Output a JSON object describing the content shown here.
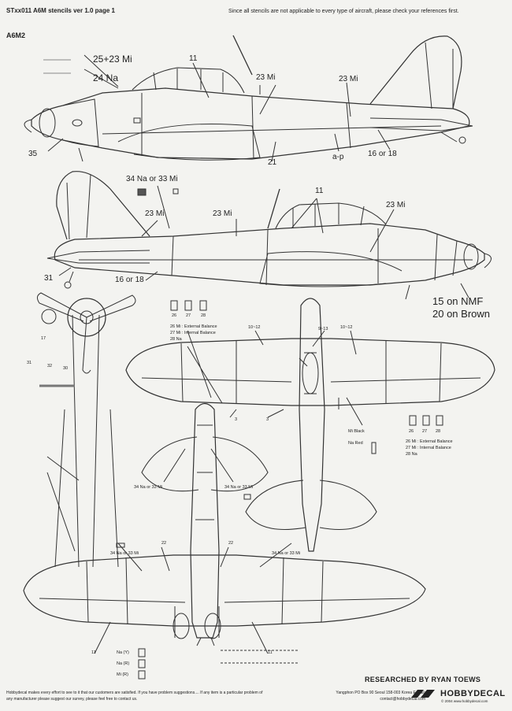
{
  "header": {
    "title": "STxx011 A6M stencils ver 1.0 page 1",
    "note": "Since all stencils are not applicable to every type of aircraft, please check your references first."
  },
  "model": "A6M2",
  "labels": {
    "mitsubishi_stencil": "25+23 Mi",
    "nakajima_stencil": "24 Na",
    "l11_top": "11",
    "l23mi_a": "23 Mi",
    "l23mi_b": "23 Mi",
    "l35": "35",
    "l21": "21",
    "lap": "a-p",
    "l16or18_a": "16 or 18",
    "l34na_top": "34 Na or 33 Mi",
    "l11_mid": "11",
    "l23mi_c": "23 Mi",
    "l23mi_d": "23 Mi",
    "l23mi_e": "23 Mi",
    "l31": "31",
    "l16or18_b": "16 or 18",
    "l15": "15 on NMF",
    "l20": "20 on Brown",
    "l17": "17",
    "l31b": "31",
    "l32": "32",
    "l30": "30",
    "balance_nums_a": [
      "26",
      "27",
      "28"
    ],
    "balance_a": [
      "26 Mi : External Balance",
      "27 Mi : Internal Balance",
      "28 Na"
    ],
    "l10_12a": "10~12",
    "l9_13": "9~13",
    "l10_12b": "10~12",
    "mi_black": "Mi Black",
    "na_red": "Na Red",
    "balance_nums_b": [
      "26",
      "27",
      "28"
    ],
    "balance_b": [
      "26 Mi : External Balance",
      "27 Mi : Internal Balance",
      "28 Na"
    ],
    "l34na_tail_l": "34 Na or 33 Mi",
    "l34na_tail_r": "34 Na or 33 Mi",
    "l34na_wing_l": "34 Na or 33 Mi",
    "l34na_wing_r": "34 Na or 33 Mi",
    "l22a": "22",
    "l22b": "22",
    "l11_bl": "11",
    "l11_br": "11",
    "l3a": "3",
    "l3b": "3",
    "na_y": "Na (Y)",
    "na_r": "Na (R)",
    "mi_r": "Mi (R)"
  },
  "researched": "RESEARCHED BY RYAN TOEWS",
  "footer_left": "Hobbydecal makes every effort to see to it that our customers are satisfied. If you have problem suggestions.... If any item is a particular problem of any manufacturer please suggest our survey, please feel free to contact us.",
  "footer_center": "Yangphon PO Box 90 Seoul 158-003 Korea E-mail: contact@hobbydecal.com",
  "logo": "HOBBYDECAL",
  "logo_sub": "© 2004 www.hobbydecal.com"
}
